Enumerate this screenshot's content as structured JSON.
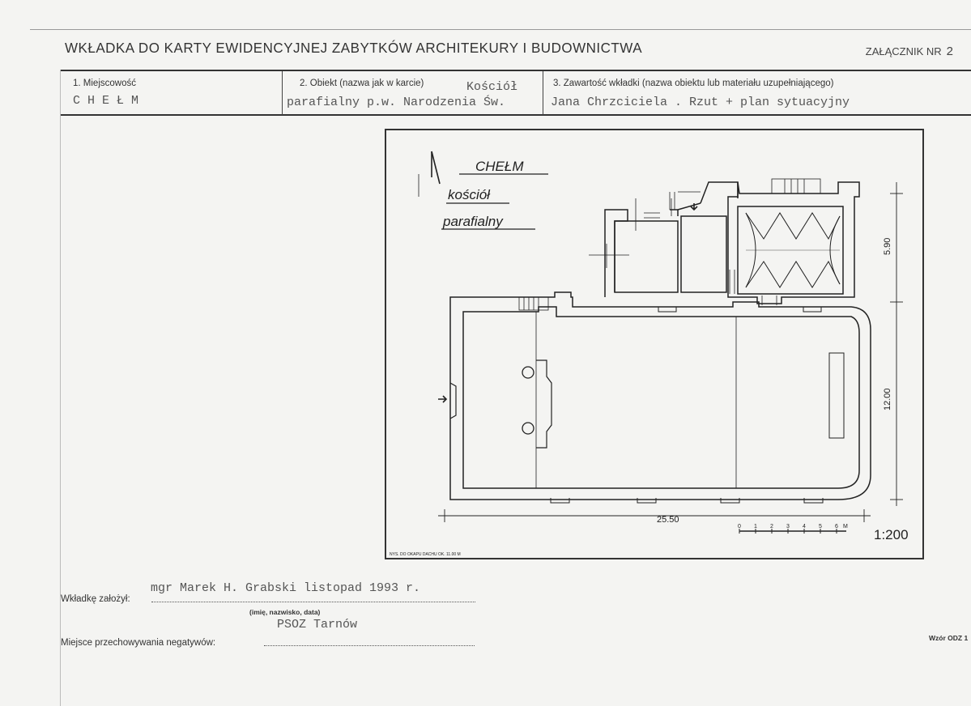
{
  "header": {
    "title": "WKŁADKA DO KARTY EWIDENCYJNEJ ZABYTKÓW ARCHITEKURY I BUDOWNICTWA",
    "annex_label": "ZAŁĄCZNIK NR",
    "annex_number": "2"
  },
  "fields": {
    "locality_label": "1. Miejscowość",
    "locality_value": "C H E Ł M",
    "object_label": "2. Obiekt (nazwa jak w karcie)",
    "object_value_1": "Kościół",
    "object_value_2": "parafialny p.w. Narodzenia Św.",
    "content_label": "3. Zawartość wkładki (nazwa obiektu lub materiału uzupełniającego)",
    "content_value": "Jana Chrzciciela . Rzut + plan sytuacyjny"
  },
  "drawing": {
    "title_1": "CHEŁM",
    "title_2": "kościół",
    "title_3": "parafialny",
    "dim_width": "25.50",
    "dim_height": "12.00",
    "dim_tower": "5.90",
    "scale_ticks": [
      "0",
      "1",
      "2",
      "3",
      "4",
      "5",
      "6",
      "M"
    ],
    "scale": "1:200",
    "note": "NYS. DO OKAPU DACHU OK. 11.00 M"
  },
  "footer": {
    "created_by_label": "Wkładkę założył:",
    "created_by_value": "mgr Marek H. Grabski listopad 1993 r.",
    "created_by_caption": "(imię, nazwisko, data)",
    "storage_label": "Miejsce przechowywania negatywów:",
    "storage_value": "PSOZ Tarnów",
    "form_code": "Wzór ODZ 1"
  }
}
